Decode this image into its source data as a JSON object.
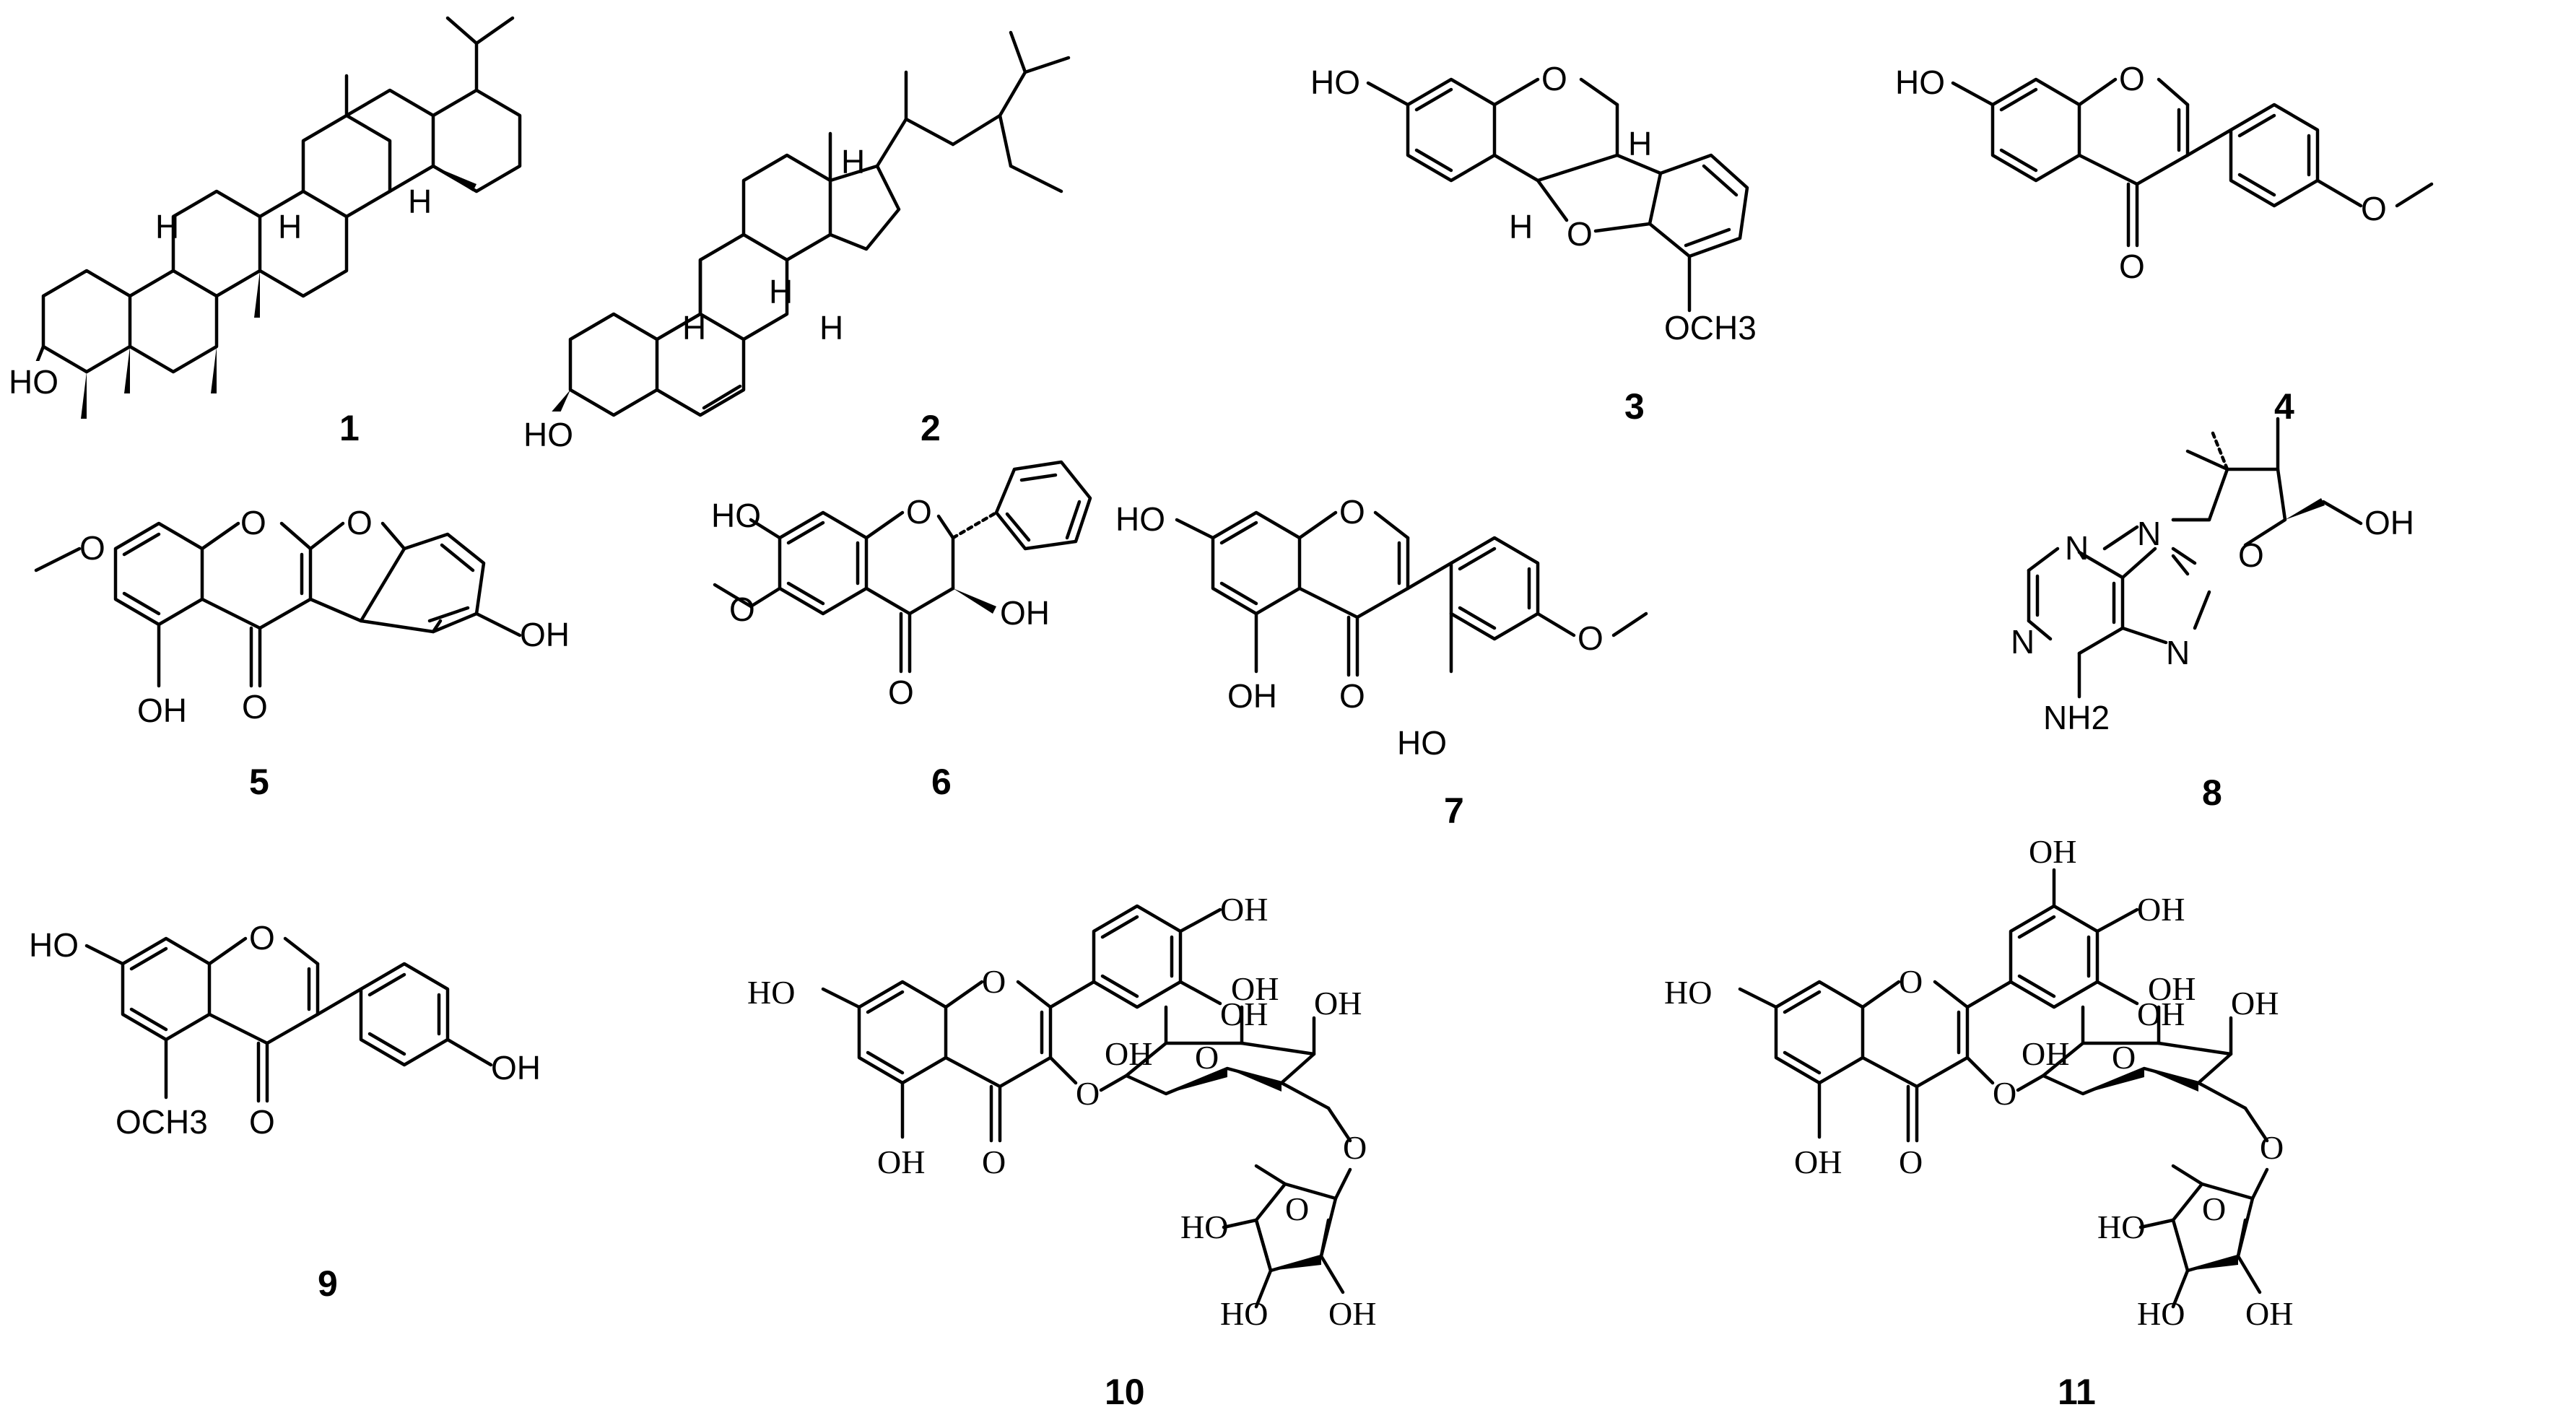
{
  "compounds": [
    {
      "id": "c1",
      "number": "1",
      "labels": [
        "HO",
        "H",
        "H",
        "H"
      ]
    },
    {
      "id": "c2",
      "number": "2",
      "labels": [
        "HO",
        "H",
        "H",
        "H",
        "H"
      ]
    },
    {
      "id": "c3",
      "number": "3",
      "labels": [
        "HO",
        "O",
        "H",
        "H",
        "O",
        "OCH3"
      ]
    },
    {
      "id": "c4",
      "number": "4",
      "labels": [
        "HO",
        "O",
        "O",
        "O"
      ]
    },
    {
      "id": "c5",
      "number": "5",
      "labels": [
        "O",
        "O",
        "O",
        "OH",
        "O",
        "OH"
      ]
    },
    {
      "id": "c6",
      "number": "6",
      "labels": [
        "HO",
        "O",
        "O",
        "O",
        "OH"
      ]
    },
    {
      "id": "c7",
      "number": "7",
      "labels": [
        "HO",
        "O",
        "OH",
        "O",
        "HO",
        "O"
      ]
    },
    {
      "id": "c8",
      "number": "8",
      "labels": [
        "N",
        "N",
        "N",
        "N",
        "NH2",
        "O",
        "OH"
      ]
    },
    {
      "id": "c9",
      "number": "9",
      "labels": [
        "HO",
        "O",
        "OCH3",
        "O",
        "OH"
      ]
    },
    {
      "id": "c10",
      "number": "10",
      "labels": [
        "HO",
        "O",
        "OH",
        "OH",
        "OH",
        "O",
        "OH",
        "OH",
        "O",
        "OH",
        "O",
        "O",
        "O",
        "HO",
        "HO",
        "OH"
      ]
    },
    {
      "id": "c11",
      "number": "11",
      "labels": [
        "HO",
        "O",
        "OH",
        "OH",
        "OH",
        "OH",
        "O",
        "OH",
        "OH",
        "O",
        "OH",
        "O",
        "O",
        "O",
        "HO",
        "HO",
        "OH"
      ]
    }
  ],
  "colors": {
    "ink": "#000000",
    "background": "#ffffff"
  }
}
